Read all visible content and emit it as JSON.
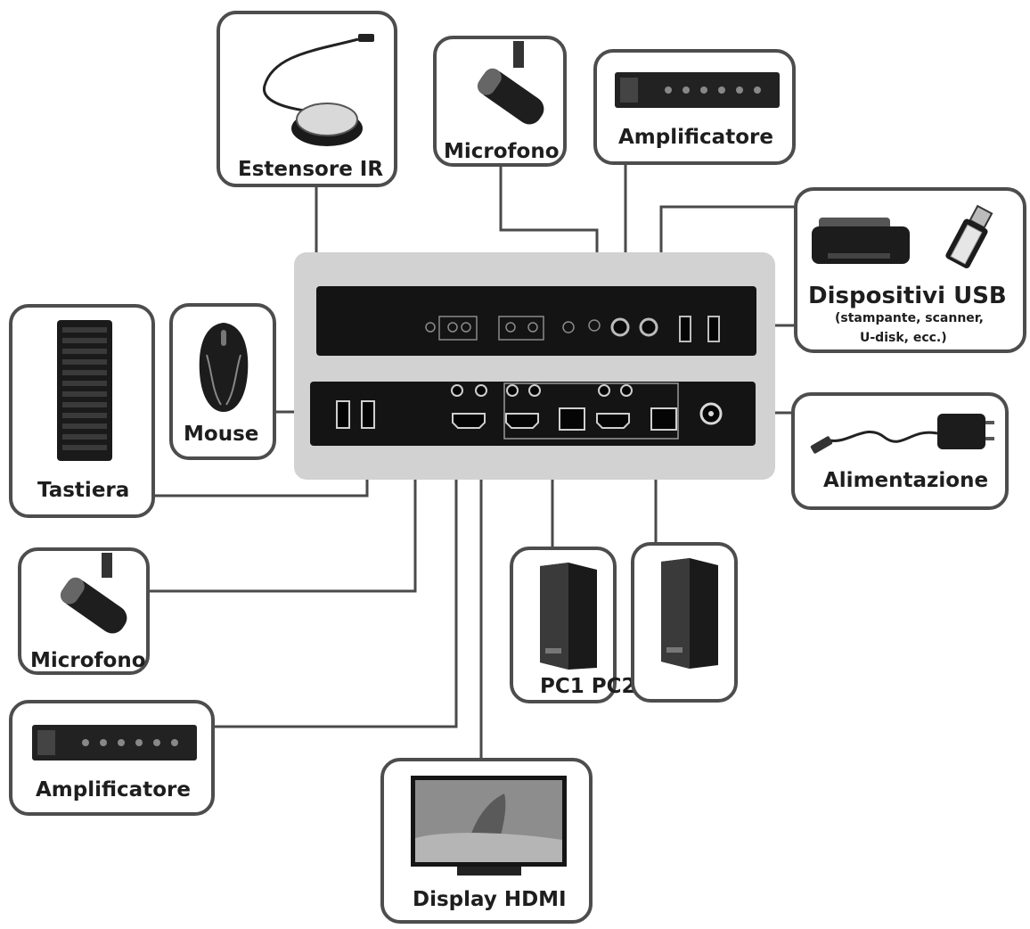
{
  "diagram": {
    "devices": {
      "ir_extender": "Estensore IR",
      "mic_top": "Microfono",
      "amp_top": "Amplificatore",
      "usb_title": "Dispositivi USB",
      "usb_sub1": "(stampante, scanner,",
      "usb_sub2": "U-disk, ecc.)",
      "mouse": "Mouse",
      "keyboard": "Tastiera",
      "power": "Alimentazione",
      "mic_bottom": "Microfono",
      "amp_bottom": "Amplificatore",
      "pcs": "PC1 PC2",
      "display": "Display HDMI"
    }
  }
}
